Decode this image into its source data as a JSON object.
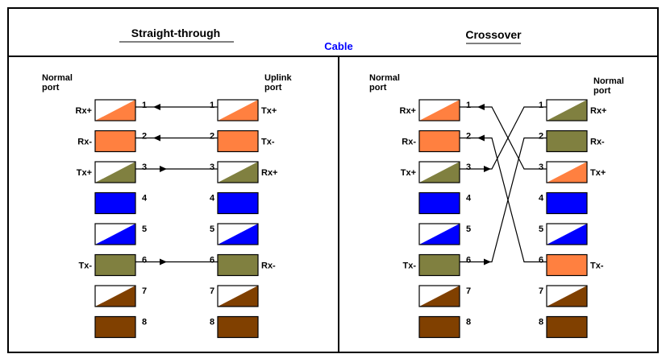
{
  "header": {
    "left_title": "Straight-through",
    "center_title": "Cable",
    "right_title": "Crossover"
  },
  "straight": {
    "left_port": [
      "Normal",
      "port"
    ],
    "right_port": [
      "Uplink",
      "port"
    ],
    "left_labels": [
      "Rx+",
      "Rx-",
      "Tx+",
      "",
      "",
      "Tx-",
      "",
      ""
    ],
    "right_labels": [
      "Tx+",
      "Tx-",
      "Rx+",
      "",
      "",
      "Rx-",
      "",
      ""
    ],
    "left_pins": [
      {
        "num": "1",
        "color": "#ff8040",
        "style": "half"
      },
      {
        "num": "2",
        "color": "#ff8040",
        "style": "solid"
      },
      {
        "num": "3",
        "color": "#808040",
        "style": "half"
      },
      {
        "num": "4",
        "color": "#0000ff",
        "style": "solid"
      },
      {
        "num": "5",
        "color": "#0000ff",
        "style": "half"
      },
      {
        "num": "6",
        "color": "#808040",
        "style": "solid"
      },
      {
        "num": "7",
        "color": "#804000",
        "style": "half"
      },
      {
        "num": "8",
        "color": "#804000",
        "style": "solid"
      }
    ],
    "right_pins": [
      {
        "num": "1",
        "color": "#ff8040",
        "style": "half"
      },
      {
        "num": "2",
        "color": "#ff8040",
        "style": "solid"
      },
      {
        "num": "3",
        "color": "#808040",
        "style": "half"
      },
      {
        "num": "4",
        "color": "#0000ff",
        "style": "solid"
      },
      {
        "num": "5",
        "color": "#0000ff",
        "style": "half"
      },
      {
        "num": "6",
        "color": "#808040",
        "style": "solid"
      },
      {
        "num": "7",
        "color": "#804000",
        "style": "half"
      },
      {
        "num": "8",
        "color": "#804000",
        "style": "solid"
      }
    ],
    "wires": [
      {
        "from": 1,
        "to": 1,
        "arrow": "left"
      },
      {
        "from": 2,
        "to": 2,
        "arrow": "left"
      },
      {
        "from": 3,
        "to": 3,
        "arrow": "right"
      },
      {
        "from": 6,
        "to": 6,
        "arrow": "right"
      }
    ]
  },
  "cross": {
    "left_port": [
      "Normal",
      "port"
    ],
    "right_port": [
      "Normal",
      "port"
    ],
    "left_labels": [
      "Rx+",
      "Rx-",
      "Tx+",
      "",
      "",
      "Tx-",
      "",
      ""
    ],
    "right_labels": [
      "Rx+",
      "Rx-",
      "Tx+",
      "",
      "",
      "Tx-",
      "",
      ""
    ],
    "left_pins": [
      {
        "num": "1",
        "color": "#ff8040",
        "style": "half"
      },
      {
        "num": "2",
        "color": "#ff8040",
        "style": "solid"
      },
      {
        "num": "3",
        "color": "#808040",
        "style": "half"
      },
      {
        "num": "4",
        "color": "#0000ff",
        "style": "solid"
      },
      {
        "num": "5",
        "color": "#0000ff",
        "style": "half"
      },
      {
        "num": "6",
        "color": "#808040",
        "style": "solid"
      },
      {
        "num": "7",
        "color": "#804000",
        "style": "half"
      },
      {
        "num": "8",
        "color": "#804000",
        "style": "solid"
      }
    ],
    "right_pins": [
      {
        "num": "1",
        "color": "#808040",
        "style": "half"
      },
      {
        "num": "2",
        "color": "#808040",
        "style": "solid"
      },
      {
        "num": "3",
        "color": "#ff8040",
        "style": "half"
      },
      {
        "num": "4",
        "color": "#0000ff",
        "style": "solid"
      },
      {
        "num": "5",
        "color": "#0000ff",
        "style": "half"
      },
      {
        "num": "6",
        "color": "#ff8040",
        "style": "solid"
      },
      {
        "num": "7",
        "color": "#804000",
        "style": "half"
      },
      {
        "num": "8",
        "color": "#804000",
        "style": "solid"
      }
    ],
    "wires": [
      {
        "from": 1,
        "to": 3,
        "arrow": "left"
      },
      {
        "from": 2,
        "to": 6,
        "arrow": "left"
      },
      {
        "from": 3,
        "to": 1,
        "arrow": "right"
      },
      {
        "from": 6,
        "to": 2,
        "arrow": "right"
      }
    ]
  },
  "colors": {
    "cable_title": "#0000ff",
    "frame": "#000000",
    "divider": "#000000"
  }
}
